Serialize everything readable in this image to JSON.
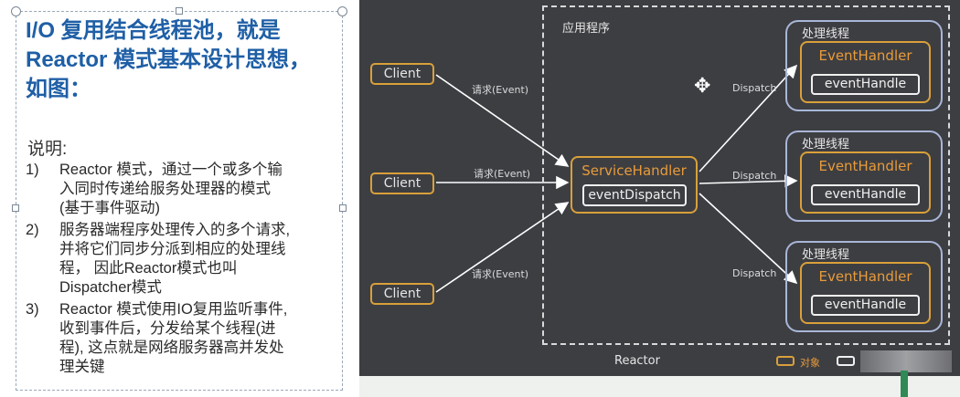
{
  "slide": {
    "heading_lines": [
      "I/O 复用结合线程池，就是",
      "Reactor 模式基本设计思想，",
      "如图："
    ],
    "explain_label": "说明:",
    "items": [
      {
        "num": "1)",
        "lines": [
          "Reactor 模式，通过一个或多个输",
          "入同时传递给服务处理器的模式",
          "(基于事件驱动)"
        ]
      },
      {
        "num": "2)",
        "lines": [
          "服务器端程序处理传入的多个请求,",
          "并将它们同步分派到相应的处理线",
          "程， 因此Reactor模式也叫",
          "Dispatcher模式"
        ]
      },
      {
        "num": "3)",
        "lines": [
          "Reactor 模式使用IO复用监听事件,",
          "收到事件后，分发给某个线程(进",
          "程), 这点就是网络服务器高并发处",
          "理关键"
        ]
      }
    ]
  },
  "diagram": {
    "app_label": "应用程序",
    "reactor_label": "Reactor",
    "clients": [
      "Client",
      "Client",
      "Client"
    ],
    "request_labels": [
      "请求(Event)",
      "请求(Event)",
      "请求(Event)"
    ],
    "service_handler": {
      "title": "ServiceHandler",
      "method": "eventDispatch"
    },
    "dispatch_labels": [
      "Dispatch",
      "Dispatch",
      "Dispatch"
    ],
    "threads": [
      {
        "title": "处理线程",
        "handler": "EventHandler",
        "method": "eventHandle"
      },
      {
        "title": "处理线程",
        "handler": "EventHandler",
        "method": "eventHandle"
      },
      {
        "title": "处理线程",
        "handler": "EventHandler",
        "method": "eventHandle"
      }
    ],
    "legend": {
      "object_label": "对象"
    },
    "colors": {
      "background": "#3d3e42",
      "accent": "#d9a03a",
      "thread_border": "#a9b6d8"
    }
  }
}
